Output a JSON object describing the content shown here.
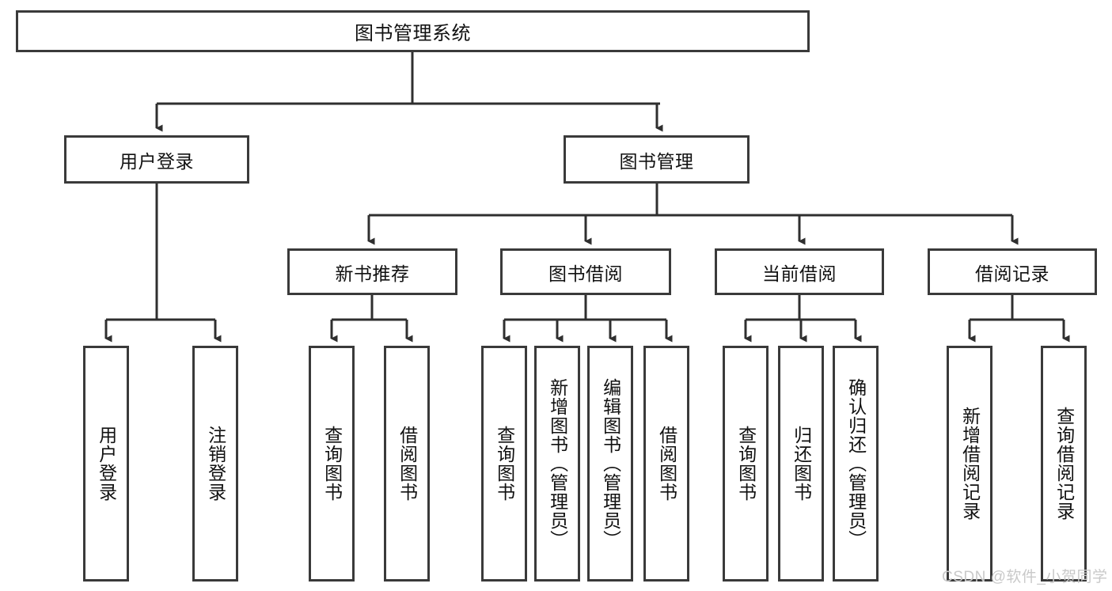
{
  "diagram": {
    "type": "hierarchy-tree",
    "title_node": "图书管理系统",
    "watermark": "CSDN @软件_小贺同学",
    "colors": {
      "stroke": "#3a3a3a",
      "text": "#111111",
      "background": "#ffffff",
      "watermark": "#c9c9c9"
    },
    "levels": {
      "root": {
        "label": "图书管理系统"
      },
      "level2": [
        {
          "label": "用户登录"
        },
        {
          "label": "图书管理"
        }
      ],
      "level3": [
        {
          "label": "新书推荐"
        },
        {
          "label": "图书借阅"
        },
        {
          "label": "当前借阅"
        },
        {
          "label": "借阅记录"
        }
      ],
      "leaves": {
        "user_login": [
          {
            "label": "用户登录"
          },
          {
            "label": "注销登录"
          }
        ],
        "new_book_recommend": [
          {
            "label": "查询图书"
          },
          {
            "label": "借阅图书"
          }
        ],
        "book_borrow": [
          {
            "label": "查询图书"
          },
          {
            "label": "新增图书（管理员）"
          },
          {
            "label": "编辑图书（管理员）"
          },
          {
            "label": "借阅图书"
          }
        ],
        "current_borrow": [
          {
            "label": "查询图书"
          },
          {
            "label": "归还图书"
          },
          {
            "label": "确认归还（管理员）"
          }
        ],
        "borrow_record": [
          {
            "label": "新增借阅记录"
          },
          {
            "label": "查询借阅记录"
          }
        ]
      }
    }
  }
}
